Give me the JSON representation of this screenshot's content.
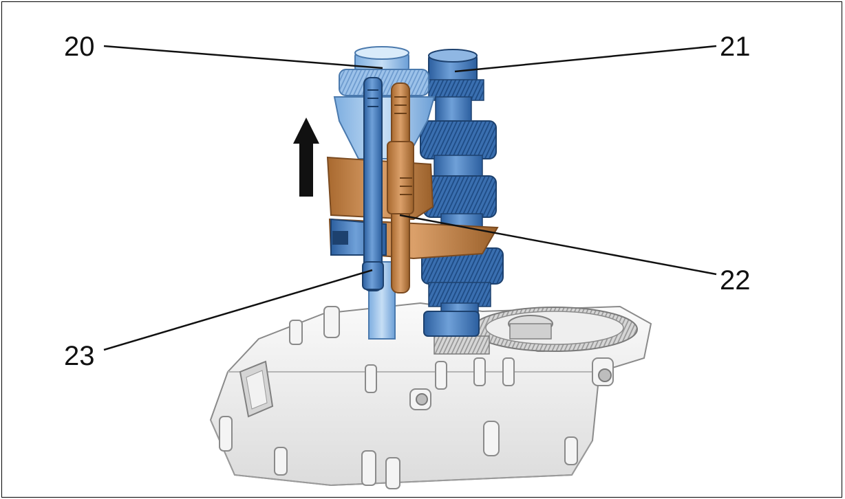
{
  "figure": {
    "palette": {
      "shaft_blue": "#4a7fc0",
      "shaft_blue_dark": "#2c5f9f",
      "shaft_blue_light": "#9ec3ea",
      "fork_orange": "#c98a4f",
      "fork_orange_dark": "#8f5a2b",
      "housing_gray": "#ececec",
      "housing_shadow": "#bfbfbf",
      "line": "#111111"
    },
    "arrow": {
      "direction": "up",
      "icon": "arrow-up-icon"
    },
    "callouts": [
      {
        "id": "c20",
        "label": "20"
      },
      {
        "id": "c21",
        "label": "21"
      },
      {
        "id": "c22",
        "label": "22"
      },
      {
        "id": "c23",
        "label": "23"
      }
    ]
  }
}
